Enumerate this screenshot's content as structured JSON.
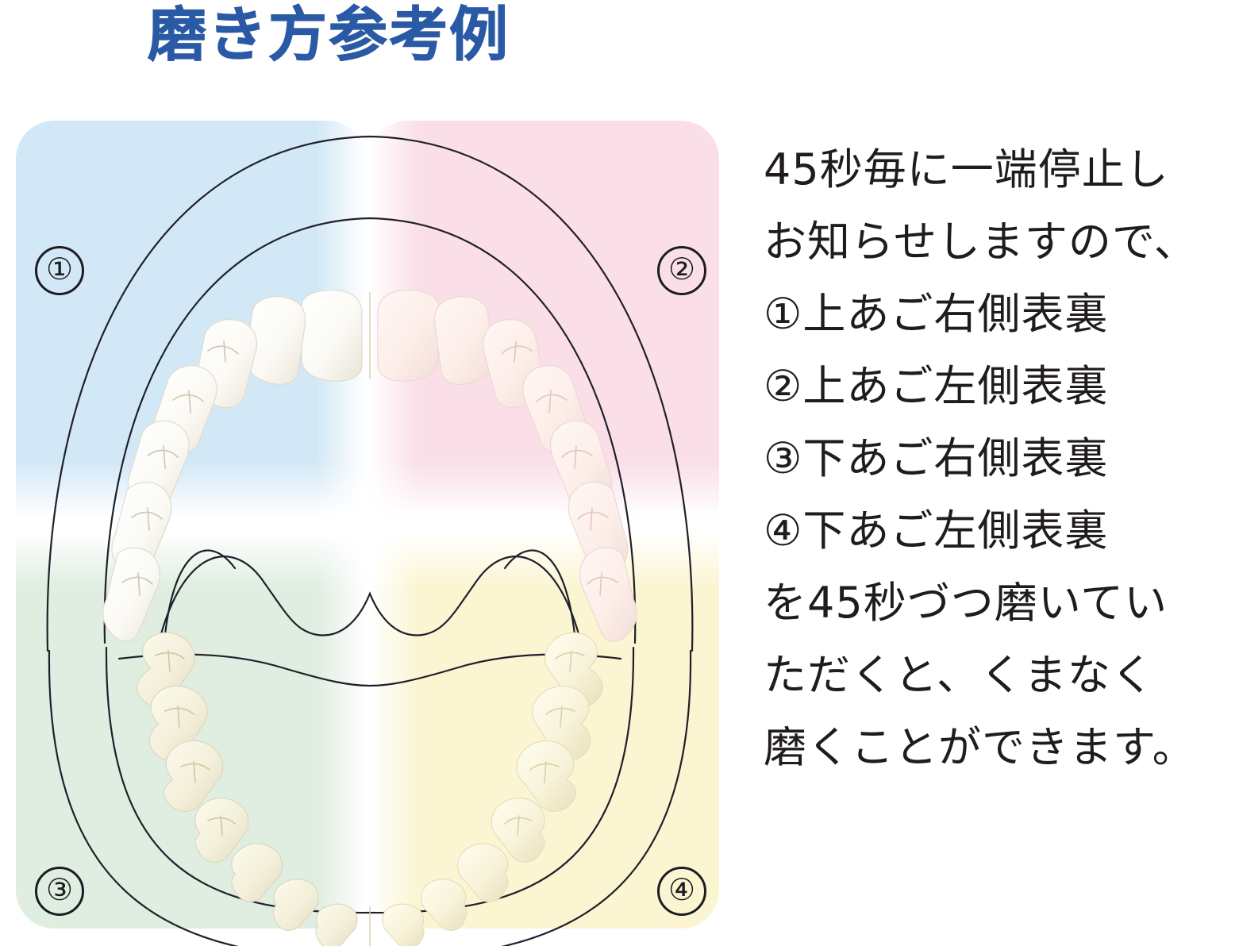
{
  "title": "磨き方参考例",
  "title_color": "#2a59a5",
  "diagram": {
    "name": "dental-arch-quadrant-diagram",
    "quadrants": [
      {
        "id": "1",
        "badge": "①",
        "color": "#d3e8f7",
        "label": "upper-right"
      },
      {
        "id": "2",
        "badge": "②",
        "color": "#fadfe8",
        "label": "upper-left"
      },
      {
        "id": "3",
        "badge": "③",
        "color": "#dfeee1",
        "label": "lower-right"
      },
      {
        "id": "4",
        "badge": "④",
        "color": "#fbf5d2",
        "label": "lower-left"
      }
    ],
    "upper_tooth_color": "#fdfdfa",
    "lower_tooth_color": "#f2eeda",
    "outline_color": "#20202c"
  },
  "instructions": {
    "lines": [
      "45秒毎に一端停止し",
      "お知らせしますので、",
      "①上あご右側表裏",
      "②上あご左側表裏",
      "③下あご右側表裏",
      "④下あご左側表裏",
      "を45秒づつ磨いてい",
      "ただくと、くまなく",
      "磨くことができます。"
    ]
  }
}
